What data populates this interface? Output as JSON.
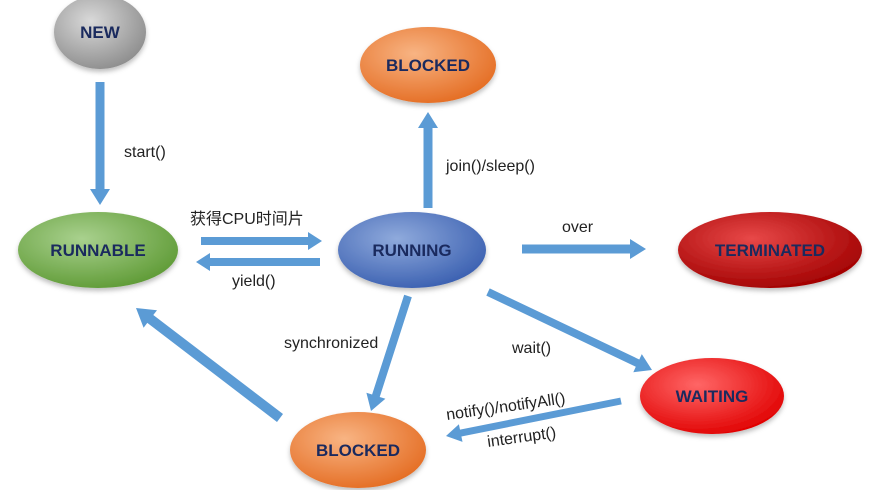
{
  "colors": {
    "arrow": "#5b9bd5",
    "label_text": "#1a2a5e",
    "new": "#a6a6a6",
    "blocked": "#ed7d31",
    "runnable": "#70ad47",
    "running": "#4472c4",
    "terminated": "#c00000",
    "waiting": "#ff0000"
  },
  "states": {
    "new": "NEW",
    "blocked_top": "BLOCKED",
    "runnable": "RUNNABLE",
    "running": "RUNNING",
    "terminated": "TERMINATED",
    "waiting": "WAITING",
    "blocked_bottom": "BLOCKED"
  },
  "transitions": {
    "start": "start()",
    "join_sleep": "join()/sleep()",
    "get_cpu": "获得CPU时间片",
    "yield": "yield()",
    "over": "over",
    "synchronized": "synchronized",
    "wait": "wait()",
    "notify": "notify()/notifyAll()",
    "interrupt": "interrupt()"
  }
}
